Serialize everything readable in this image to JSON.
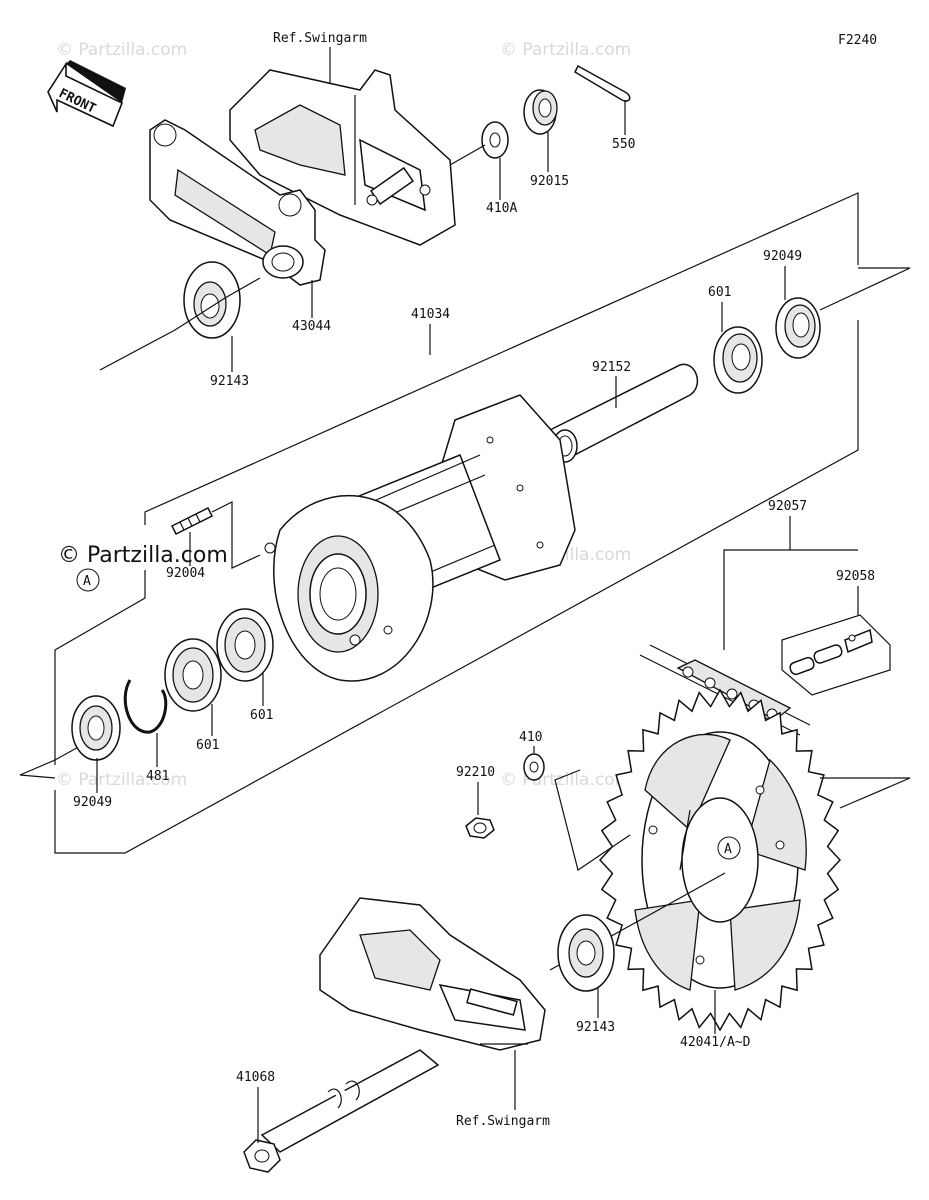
{
  "figure_code": "F2240",
  "front_label": "FRONT",
  "ref_swingarm_top": "Ref.Swingarm",
  "ref_swingarm_bottom": "Ref.Swingarm",
  "watermark": "© Partzilla.com",
  "watermark_strong": "© Partzilla.com",
  "circle_marker": "A",
  "parts": {
    "p550": "550",
    "p92015": "92015",
    "p410A": "410A",
    "p43044": "43044",
    "p92143_top": "92143",
    "p41034": "41034",
    "p601_top": "601",
    "p92049_top": "92049",
    "p92152": "92152",
    "p92057": "92057",
    "p92058": "92058",
    "p92004": "92004",
    "p601_mid": "601",
    "p601_low": "601",
    "p481": "481",
    "p92049_low": "92049",
    "p410": "410",
    "p92210": "92210",
    "p92143_low": "92143",
    "p42041": "42041/A~D",
    "p41068": "41068"
  }
}
